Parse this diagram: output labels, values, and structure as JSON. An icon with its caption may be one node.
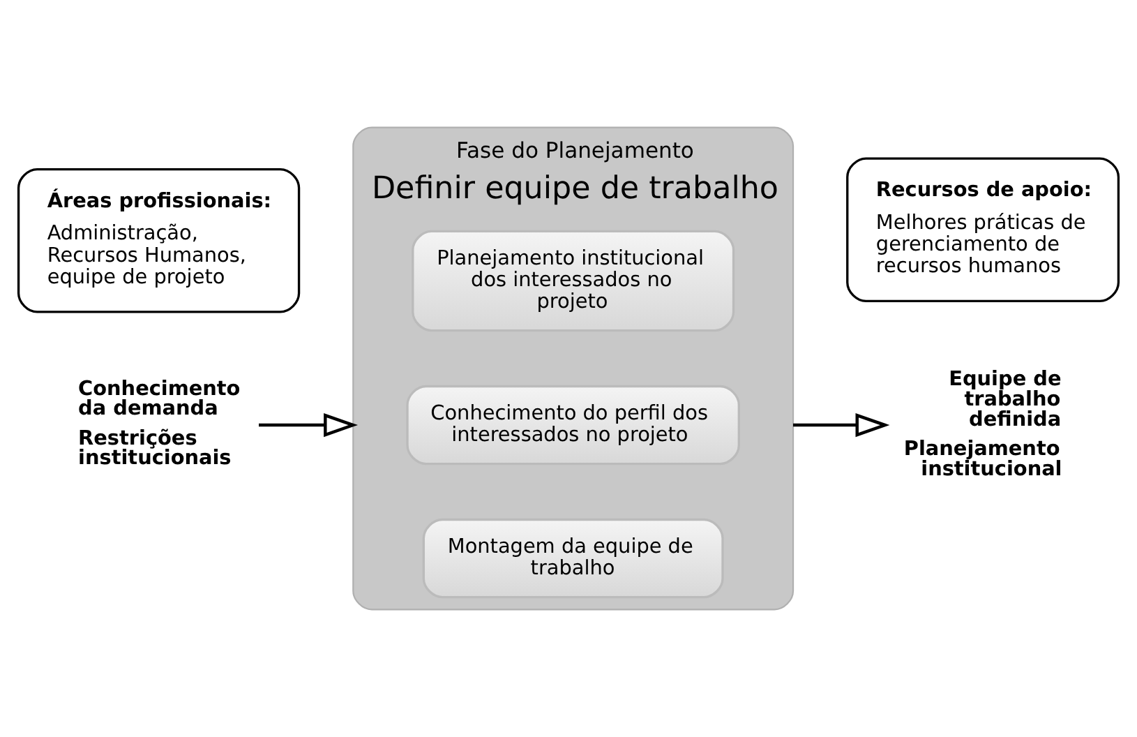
{
  "diagram": {
    "nodes": [
      {
        "text": [
          "Conhecimento da demanda",
          "Restrições institucionais"
        ]
      },
      {
        "text": [
          "Fase do Planejamento",
          "Definir equipe de trabalho"
        ]
      },
      {
        "text": [
          "Planejamento institucional dos interessados no projeto"
        ],
        "in": 1
      },
      {
        "text": [
          "Conhecimento do perfil dos interessados no projeto"
        ],
        "in": 1
      },
      {
        "text": [
          "Montagem da equipe de trabalho"
        ],
        "in": 1
      },
      {
        "text": [
          "Equipe de trabalho definida",
          "Planejamento institucional"
        ]
      },
      {
        "text": [
          "Áreas profissionais:",
          "Administração, Recursos Humanos, equipe de projeto"
        ]
      },
      {
        "text": [
          "Recursos de apoio:",
          "Melhores práticas de gerenciamento de recursos humanos"
        ]
      }
    ],
    "edges": [
      {
        "from": 0,
        "to": 1,
        "arrow": "to"
      },
      {
        "from": 1,
        "to": 5,
        "arrow": "to"
      }
    ]
  }
}
